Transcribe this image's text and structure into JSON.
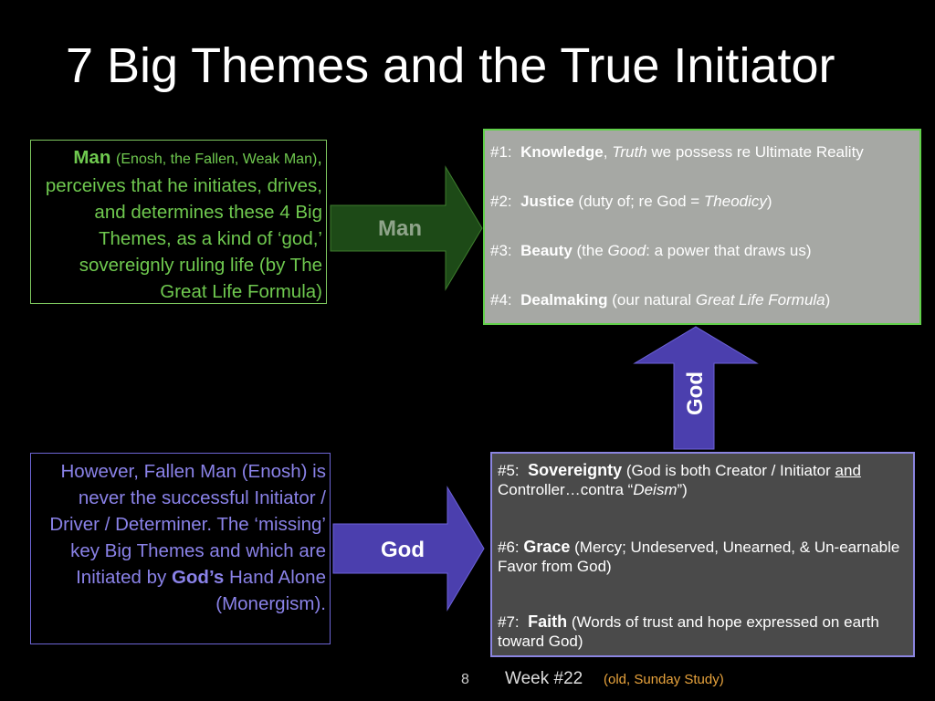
{
  "title": "7 Big Themes and the True Initiator",
  "man_box": {
    "lead": "Man",
    "paren": "(Enosh, the Fallen, Weak Man)",
    "after_paren": ",",
    "rest": "perceives that he initiates, drives, and determines these 4 Big Themes, as a kind of ‘god,’ sovereignly ruling life (by The Great Life Formula)"
  },
  "god_box": {
    "text1": "However, Fallen Man (Enosh) is never the successful Initiator / Driver / Determiner. The ‘missing’ key Big Themes and which are Initiated by",
    "strong": "God’s",
    "text2": "Hand Alone (Monergism)."
  },
  "arrows": {
    "man_label": "Man",
    "god_label": "God",
    "up_label": "God"
  },
  "themes_top": [
    {
      "num": "#1:",
      "name": "Knowledge",
      "sep": ",",
      "italic": "Truth",
      "desc": " we possess re Ultimate Reality",
      "pre": ""
    },
    {
      "num": "#2:",
      "name": "Justice",
      "pre": " (duty of;  re God = ",
      "italic": "Theodicy",
      "desc": ")"
    },
    {
      "num": "#3:",
      "name": "Beauty",
      "pre": " (the ",
      "italic": "Good",
      "desc": ": a power that draws us)"
    },
    {
      "num": "#4:",
      "name": "Dealmaking",
      "pre": " (our natural ",
      "italic": "Great Life Formula",
      "desc": ")"
    }
  ],
  "themes_god": {
    "t5": {
      "num": "#5:",
      "name": "Sovereignty",
      "a": " (God is both Creator / Initiator ",
      "u": "and",
      "b": " Controller…contra “",
      "i": "Deism",
      "c": "”)"
    },
    "t6": {
      "num": "#6:",
      "name": "Grace",
      "a": " (Mercy; Undeserved, Unearned, & Un-earnable Favor from God)"
    },
    "t7": {
      "num": "#7:",
      "name": "Faith",
      "a": " (Words of trust and hope expressed on earth toward God)"
    }
  },
  "footer": {
    "page": "8",
    "week": "Week #22",
    "note": "(old, Sunday Study)"
  },
  "colors": {
    "man_green": "#6fc94f",
    "god_purple": "#8a82e8",
    "man_arrow": "#1d4a17",
    "god_arrow": "#4b3fae"
  }
}
